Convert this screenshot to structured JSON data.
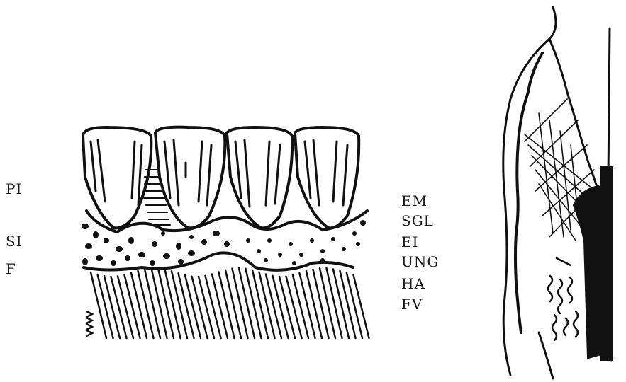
{
  "colors": {
    "ink": "#111111",
    "paper": "#ffffff"
  },
  "labels": {
    "left": [
      "PI",
      "SI",
      "F"
    ],
    "right": [
      "EM",
      "SGL",
      "EI",
      "UNG",
      "HA",
      "FV"
    ]
  }
}
